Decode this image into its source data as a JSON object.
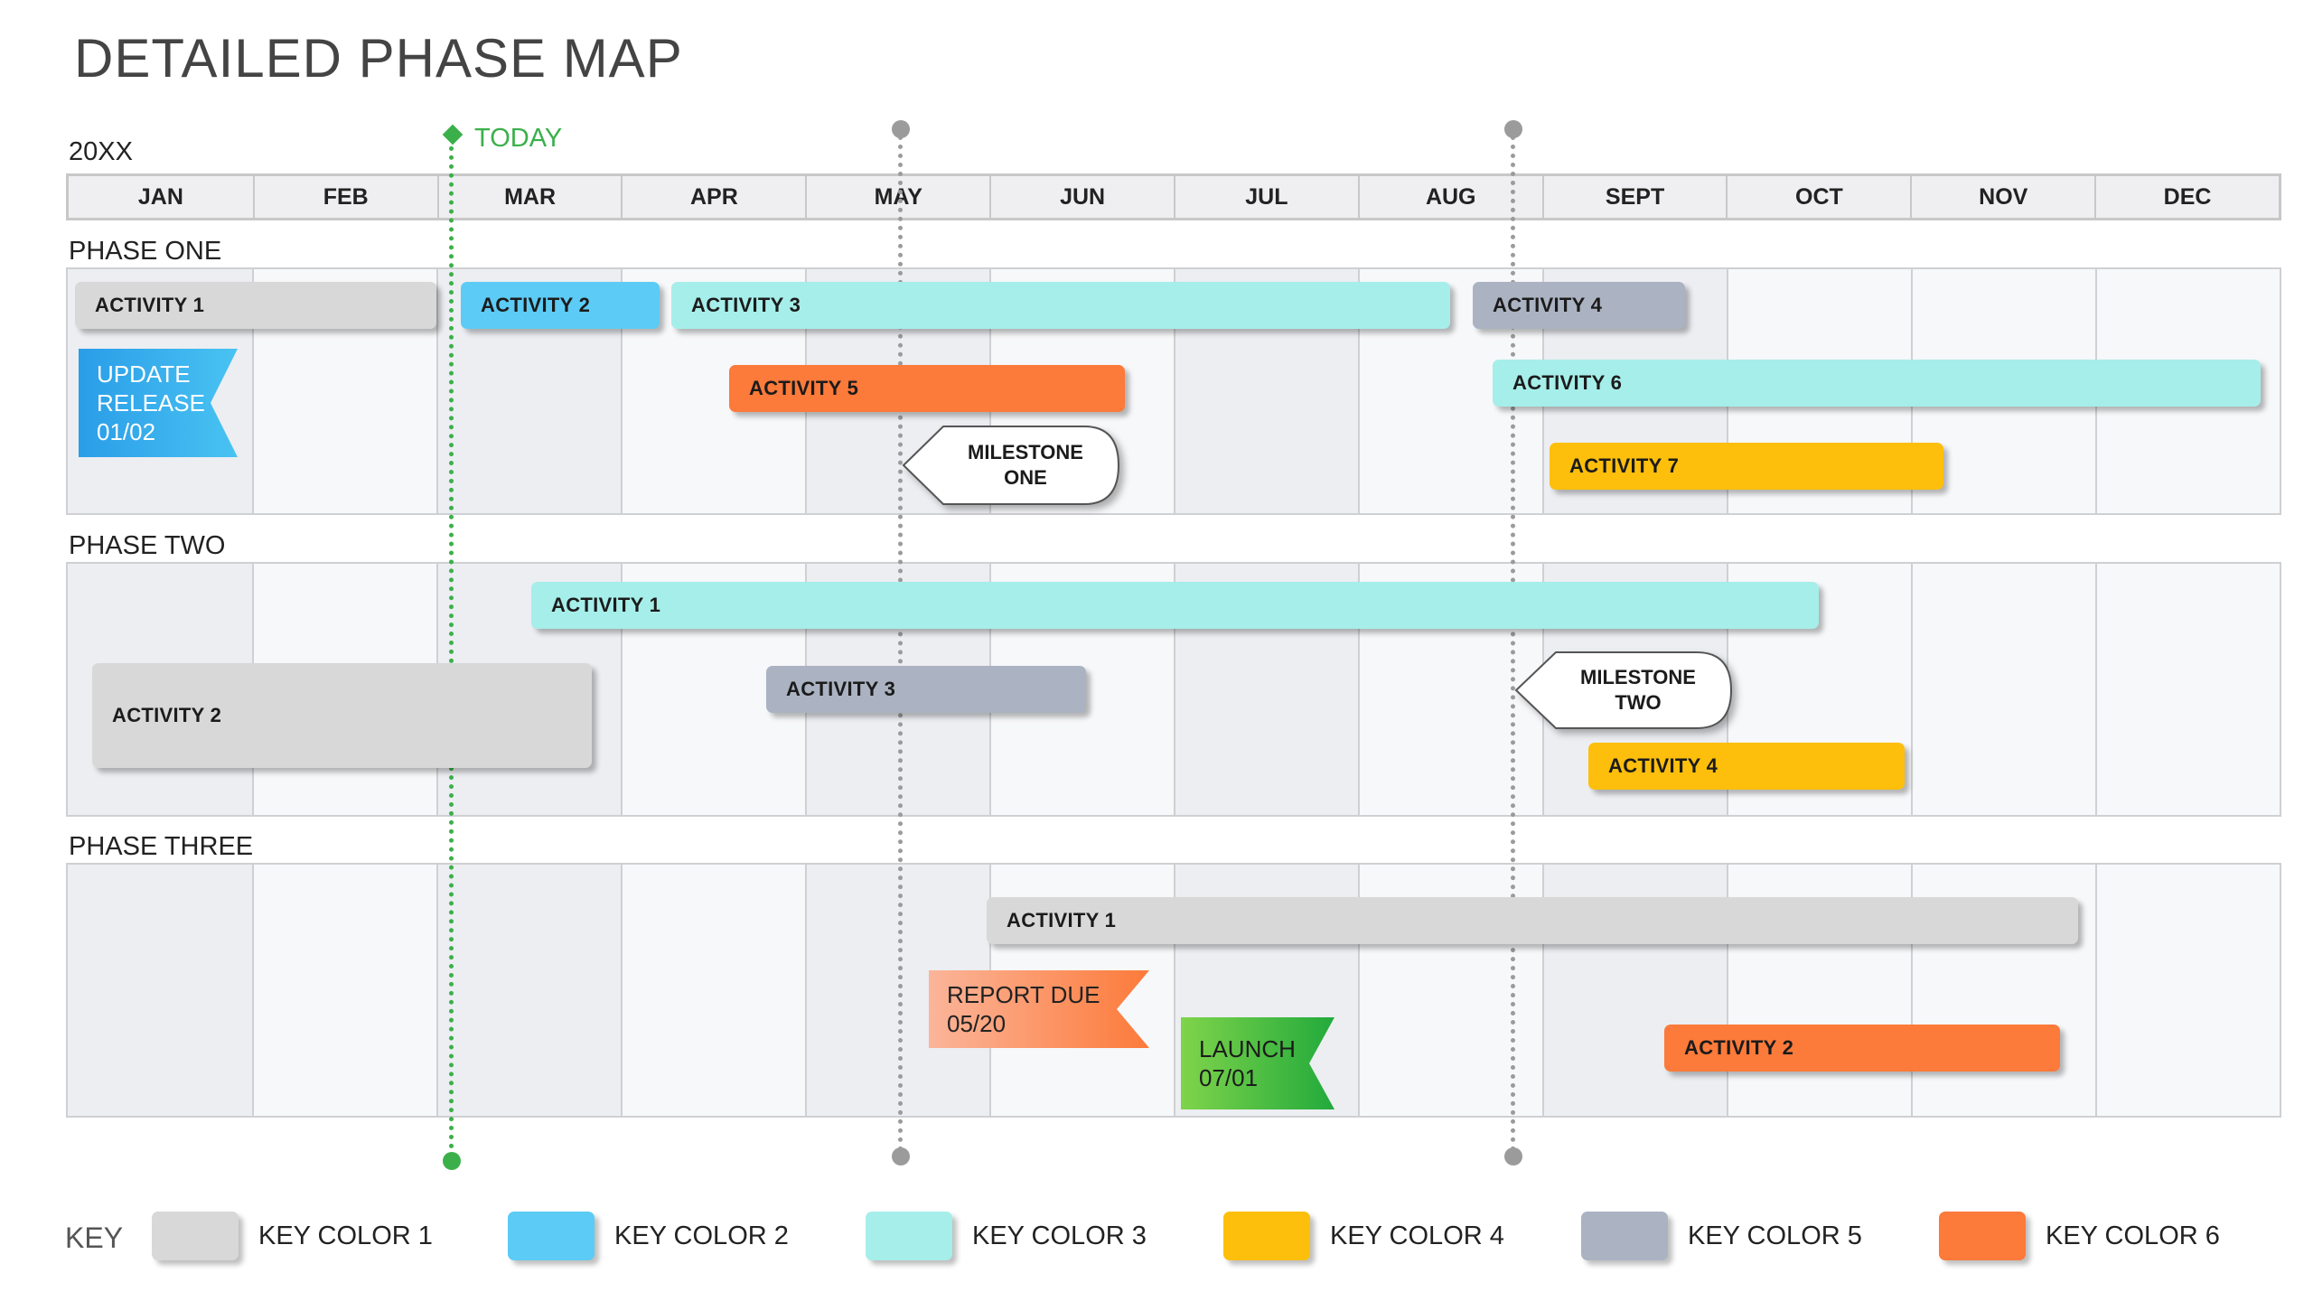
{
  "title": "DETAILED PHASE MAP",
  "year": "20XX",
  "today_label": "TODAY",
  "months": [
    "JAN",
    "FEB",
    "MAR",
    "APR",
    "MAY",
    "JUN",
    "JUL",
    "AUG",
    "SEPT",
    "OCT",
    "NOV",
    "DEC"
  ],
  "colors": {
    "key_color_1": "#d8d8d8",
    "key_color_2": "#5ccbf5",
    "key_color_3": "#a6eeea",
    "key_color_4": "#fdbf0b",
    "key_color_5": "#abb3c2",
    "key_color_6": "#fc7a3a",
    "today_line": "#3bb04a"
  },
  "phases": [
    {
      "label": "PHASE ONE",
      "activities": [
        {
          "label": "ACTIVITY 1",
          "key": 1
        },
        {
          "label": "ACTIVITY 2",
          "key": 2
        },
        {
          "label": "ACTIVITY 3",
          "key": 3
        },
        {
          "label": "ACTIVITY 4",
          "key": 5
        },
        {
          "label": "ACTIVITY 5",
          "key": 6
        },
        {
          "label": "ACTIVITY 6",
          "key": 3
        },
        {
          "label": "ACTIVITY 7",
          "key": 4
        }
      ],
      "milestone": {
        "line1": "MILESTONE",
        "line2": "ONE"
      },
      "flag": {
        "text": "UPDATE\nRELEASE\n01/02"
      }
    },
    {
      "label": "PHASE TWO",
      "activities": [
        {
          "label": "ACTIVITY 1",
          "key": 3
        },
        {
          "label": "ACTIVITY 2",
          "key": 1
        },
        {
          "label": "ACTIVITY 3",
          "key": 5
        },
        {
          "label": "ACTIVITY 4",
          "key": 4
        }
      ],
      "milestone": {
        "line1": "MILESTONE",
        "line2": "TWO"
      }
    },
    {
      "label": "PHASE THREE",
      "activities": [
        {
          "label": "ACTIVITY 1",
          "key": 1
        },
        {
          "label": "ACTIVITY 2",
          "key": 6
        }
      ],
      "flags": [
        {
          "text": "REPORT DUE\n05/20"
        },
        {
          "text": "LAUNCH\n07/01"
        }
      ]
    }
  ],
  "key": {
    "label": "KEY",
    "items": [
      "KEY COLOR 1",
      "KEY COLOR 2",
      "KEY COLOR 3",
      "KEY COLOR 4",
      "KEY COLOR 5",
      "KEY COLOR 6"
    ]
  }
}
